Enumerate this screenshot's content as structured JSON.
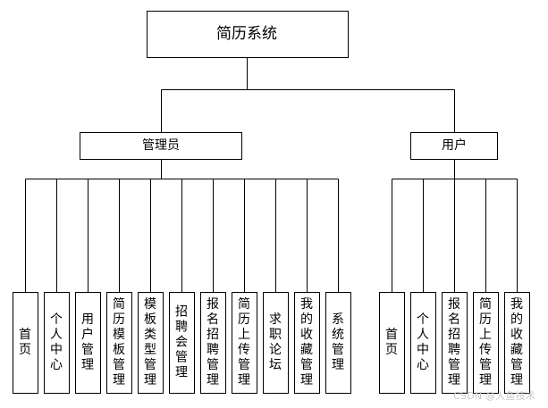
{
  "root": {
    "label": "简历系统"
  },
  "roles": [
    {
      "label": "管理员",
      "modules": [
        "首页",
        "个人中心",
        "用户管理",
        "简历模板管理",
        "模板类型管理",
        "招聘会管理",
        "报名招聘管理",
        "简历上传管理",
        "求职论坛",
        "我的收藏管理",
        "系统管理"
      ]
    },
    {
      "label": "用户",
      "modules": [
        "首页",
        "个人中心",
        "报名招聘管理",
        "简历上传管理",
        "我的收藏管理"
      ]
    }
  ],
  "watermark": "CSDN @人鱼技术"
}
